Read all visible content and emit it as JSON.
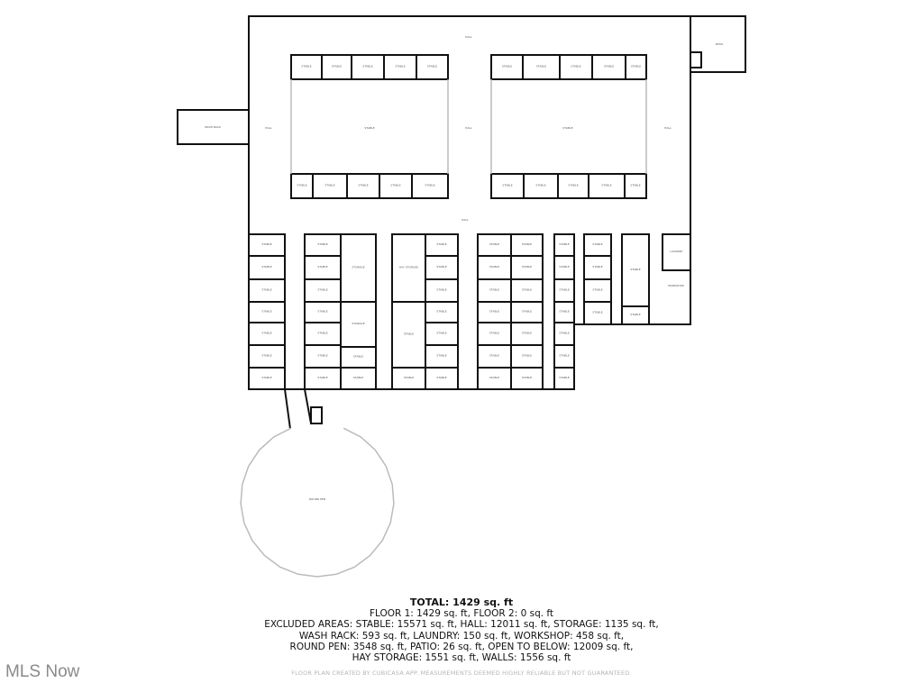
{
  "rooms": {
    "stable": "STABLE",
    "hall": "HALL",
    "storage": "STORAGE",
    "hay_storage": "HAY STORAGE",
    "wash_rack": "WASH RACK",
    "patio": "PATIO",
    "laundry": "LAUNDRY",
    "workshop": "WORKSHOP",
    "round_pen": "ROUND PEN"
  },
  "summary": {
    "total": "TOTAL: 1429 sq. ft",
    "floors": "FLOOR 1: 1429 sq. ft, FLOOR 2: 0 sq. ft",
    "excluded_1": "EXCLUDED AREAS: STABLE: 15571 sq. ft, HALL: 12011 sq. ft, STORAGE: 1135 sq. ft,",
    "excluded_2": "WASH RACK: 593 sq. ft, LAUNDRY: 150 sq. ft, WORKSHOP: 458 sq. ft,",
    "excluded_3": "ROUND PEN: 3548 sq. ft, PATIO: 26 sq. ft, OPEN TO BELOW: 12009 sq. ft,",
    "excluded_4": "HAY STORAGE: 1551 sq. ft, WALLS: 1556 sq. ft"
  },
  "credit": "FLOOR PLAN CREATED BY CUBICASA APP. MEASUREMENTS DEEMED HIGHLY RELIABLE BUT NOT GUARANTEED.",
  "watermark": "MLS Now"
}
